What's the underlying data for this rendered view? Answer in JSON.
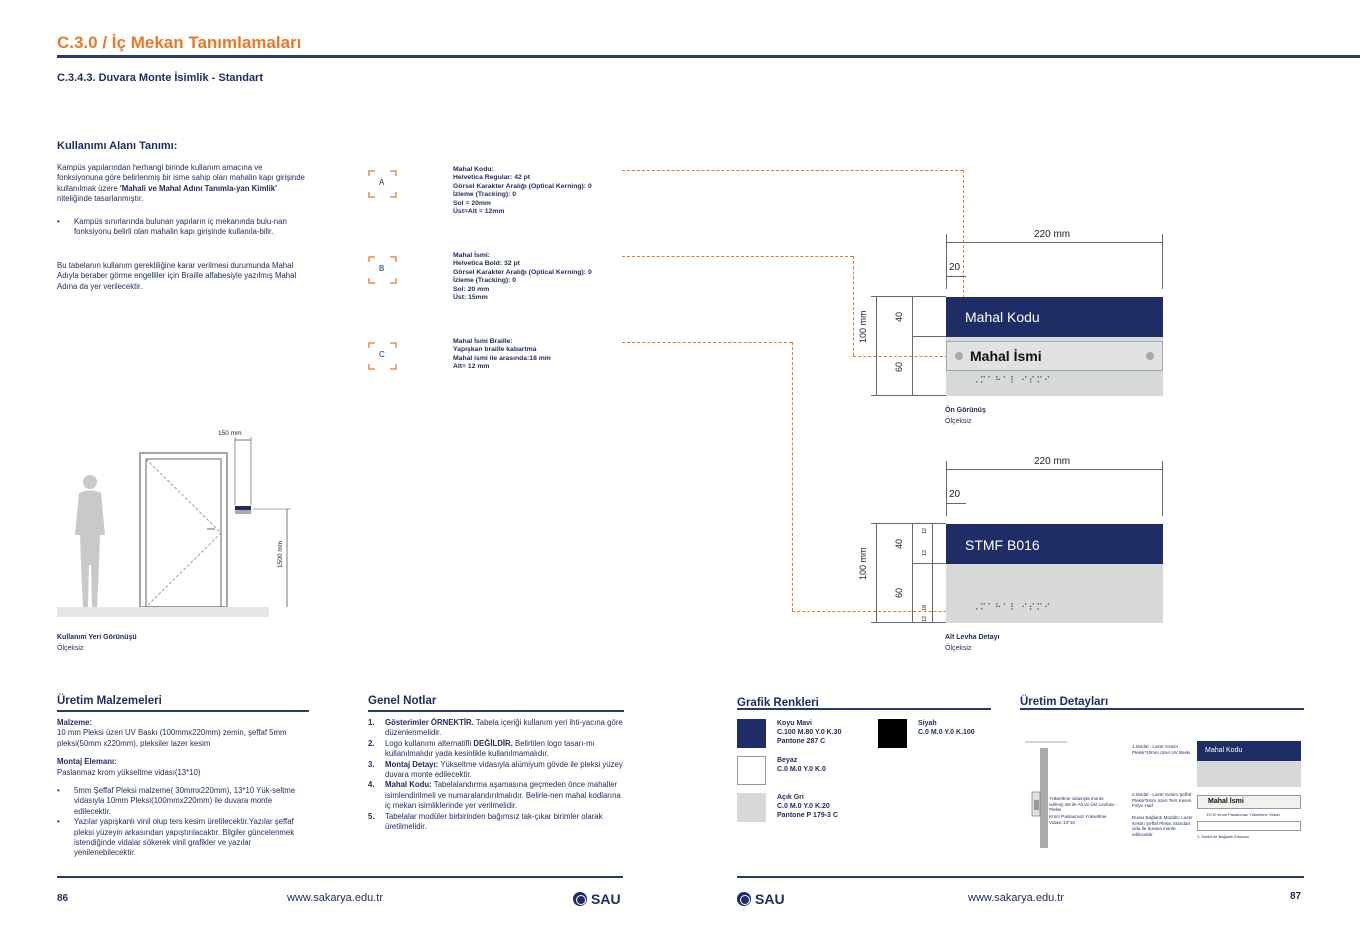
{
  "header": {
    "title": "C.3.0 / İç Mekan Tanımlamaları",
    "subtitle": "C.3.4.3. Duvara Monte İsimlik - Standart"
  },
  "usage": {
    "heading": "Kullanımı Alanı Tanımı:",
    "p1_a": "Kampüs yapılarından herhangi birinde kullanım amacına ve fonksiyonuna göre belirlenmiş bir isme sahip olan mahalin kapı girişinde kullanılmak üzere ",
    "p1_b": "'Mahali ve Mahal Adını Tanımla-yan Kimlik'",
    "p1_c": " niteliğinde tasarlanmıştır.",
    "bullet1": "Kampüs sınırlarında bulunan yapıların iç mekanında bulu-nan fonksiyonu belirli olan mahalin kapı girişinde kullanıla-bilir.",
    "p2": "Bu tabelanın kullanım gerekliliğine karar verilmesi durumunda Mahal Adıyla beraber görme engelliler için Braille alfabesiyle yazılmış Mahal Adına da yer verilecektir."
  },
  "specs": [
    {
      "letter": "A",
      "title": "Mahal Kodu:",
      "lines": [
        "Helvetica Regular: 42 pt",
        "Görsel Karakter Aralığı (Optical Kerning): 0",
        "İzleme (Tracking): 0",
        "Sol = 20mm",
        "Üst=Alt = 12mm"
      ]
    },
    {
      "letter": "B",
      "title": "Mahal İsmi:",
      "lines": [
        "Helvetica Bold: 32 pt",
        "Görsel Karakter Aralığı (Optical Kerning): 0",
        "İzleme (Tracking): 0",
        "Sol: 20 mm",
        "Üst: 15mm"
      ]
    },
    {
      "letter": "C",
      "title": "Mahal İsmi Braille:",
      "lines": [
        "Yapışkan braille kabartma",
        "Mahal ismi ile arasında:18 mm",
        "Alt= 12 mm"
      ]
    }
  ],
  "front_view": {
    "width_label": "220 mm",
    "left_margin": "20",
    "height_label": "100 mm",
    "top_section": "40",
    "bottom_section": "60",
    "code_text": "Mahal Kodu",
    "name_text": "Mahal İsmi",
    "braille": "⠠⠍⠁⠓⠁⠇ ⠊⠎⠍⠊",
    "caption": "Ön Görünüş",
    "scale": "Ölçeksiz"
  },
  "bottom_view": {
    "width_label": "220 mm",
    "left_margin": "20",
    "height_label": "100 mm",
    "top_section": "40",
    "bottom_section": "60",
    "small_dim_a": "12",
    "small_dim_b": "12",
    "small_dim_c": "18",
    "small_dim_d": "12",
    "code_text": "STMF B016",
    "braille": "⠠⠍⠁⠓⠁⠇ ⠊⠎⠍⠊",
    "caption": "Alt Levha Detayı",
    "scale": "Ölçeksiz"
  },
  "usage_view": {
    "width_label": "150 mm",
    "height_label": "1500 mm",
    "caption": "Kullanım Yeri Görünüşü",
    "scale": "Ölçeksiz"
  },
  "materials": {
    "heading": "Üretim Malzemeleri",
    "material_label": "Malzeme:",
    "material_text": "10 mm Pleksi üzeri UV Baskı (100mmx220mm) zemin, şeffaf 5mm pleksi(50mm x220mm), pleksiler lazer kesim",
    "mount_label": "Montaj Elemanı:",
    "mount_text": "Paslanmaz krom yükseltme vidası(13*10)",
    "bullets": [
      "5mm Şeffaf Pleksi malzeme( 30mmx220mm), 13*10 Yük-seltme vidasıyla 10mm Pleksi(100mmx220mm) ile duvara monte edilecektir.",
      "Yazılar yapışkanlı vinil olup ters kesim üretilecektir.Yazılar şeffaf pleksi yüzeyin arkasından yapıştırılacaktır. Bilgiler güncelenmek istendiğinde vidalar sökerek vinil grafikler ve yazılar yenilenebilecektir."
    ]
  },
  "notes": {
    "heading": "Genel Notlar",
    "items": [
      {
        "n": "1.",
        "bold": "Gösterimler ÖRNEKTİR.",
        "text": " Tabela içeriği kullanım yeri ihti-yacına göre düzenlenmelidir."
      },
      {
        "n": "2.",
        "bold": "",
        "text": "Logo kullanımı alternatifli ",
        "bold2": "DEĞİLDİR.",
        "text2": " Belirtilen logo tasarı-mı kullanılmalıdır yada kesinlikle kullanılmamalıdır."
      },
      {
        "n": "3.",
        "bold": "Montaj Detayı:",
        "text": " Yükseltme vidasıyla alümiyum gövde ile pleksi yüzey duvara monte edilecektir."
      },
      {
        "n": "4.",
        "bold": "Mahal Kodu:",
        "text": " Tabelalandırma aşamasına geçmeden önce mahaller isimlendirilmeli ve numaralandırılmalıdır. Belirle-nen mahal kodlarına iç mekan isimliklerinde yer verilmelidir."
      },
      {
        "n": "5.",
        "bold": "",
        "text": "Tabelalar modüler birbirinden bağımsız tak-çıkar birimler olarak üretilmelidir."
      }
    ]
  },
  "colors": {
    "heading": "Grafik Renkleri",
    "items": [
      {
        "name": "Koyu Mavi",
        "code": "C.100 M.80 Y.0 K.30",
        "pantone": "Pantone 287 C",
        "hex": "#1e2d66"
      },
      {
        "name": "Siyah",
        "code": "C.0 M.0 Y.0 K.100",
        "pantone": "",
        "hex": "#000000"
      },
      {
        "name": "Beyaz",
        "code": "C.0 M.0 Y.0 K.0",
        "pantone": "",
        "hex": "#ffffff"
      },
      {
        "name": "Açık Gri",
        "code": "C.0 M.0 Y.0 K.20",
        "pantone": "Pantone P 179-3 C",
        "hex": "#d7d8da"
      }
    ]
  },
  "production": {
    "heading": "Üretim Detayları",
    "label_top": "1.Modül - Lazer Kesim Pleksi*10mm üzeri UV Baskı",
    "label_mid": "2.Modül - Lazer Kesim Şeffaf Pleksi*5mm üzeri Ters Kesim Folyo Harf",
    "label_mid2": "Duvar Bağlantı Modülü: Lazer Kesim Şeffaf Pleksi Standart vida ile duvara monte edilecektir.",
    "label_screw": "Yükseltme vidasıyla monte edilmiş üst ile Alt ve Üst Levhası - Pleksi",
    "label_krom": "Krom Paslanmaz Yükseltme Vidası 13*10",
    "label_bottom": "13*10 Krom Paslanmaz Yükseltme Vidası",
    "label_note": "1. Modül ile Bağlantı Elemanı",
    "plate_code": "Mahal Kodu",
    "plate_name": "Mahal İsmi"
  },
  "footer": {
    "page_left": "86",
    "page_right": "87",
    "url": "www.sakarya.edu.tr",
    "logo": "SAU"
  }
}
